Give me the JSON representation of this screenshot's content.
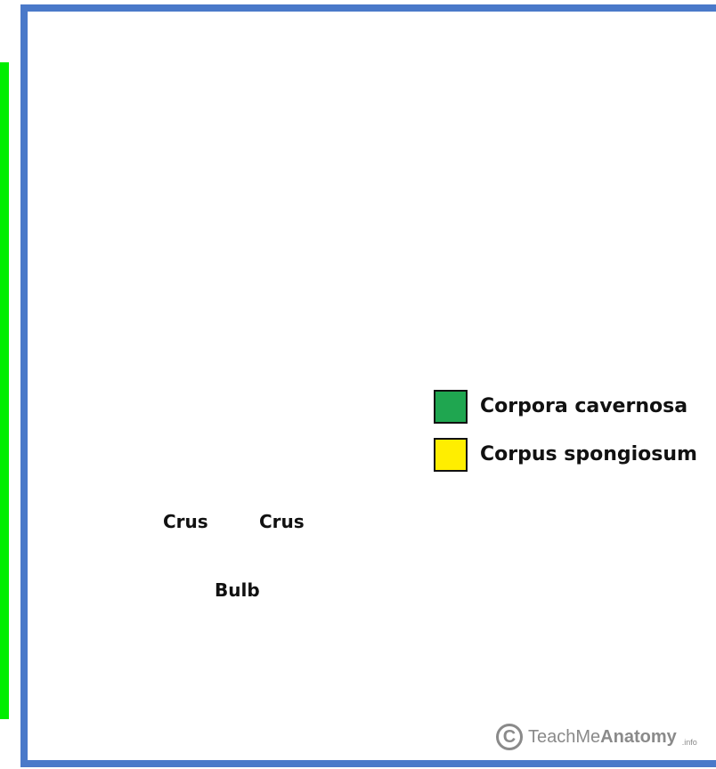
{
  "legend": {
    "items": [
      {
        "label": "Corpora cavernosa",
        "color": "#1fa650"
      },
      {
        "label": "Corpus spongiosum",
        "color": "#ffee00"
      }
    ]
  },
  "labels": {
    "crus_left": "Crus",
    "crus_right": "Crus",
    "bulb": "Bulb"
  },
  "watermark": {
    "icon": "copyright-icon",
    "text_light": "TeachMe",
    "text_bold": "Anatomy",
    "suffix": ".info"
  },
  "colors": {
    "frame_border": "#4a79c9",
    "accent_bar": "#00ee00",
    "corpora_cavernosa": "#3db479",
    "corpus_spongiosum": "#ecd982"
  }
}
